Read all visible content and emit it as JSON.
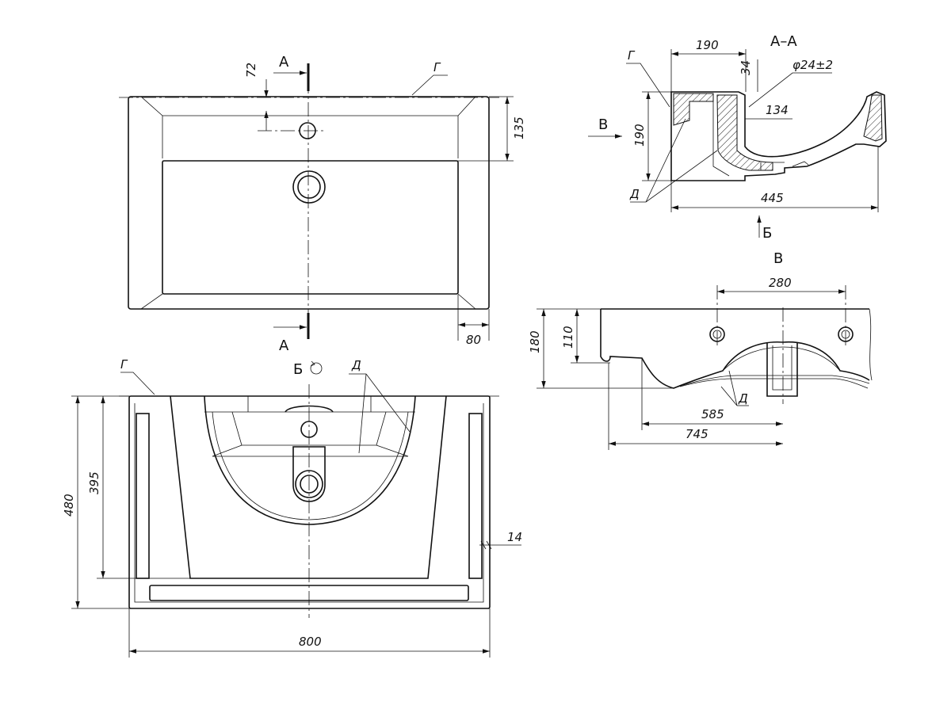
{
  "sections": {
    "a_left_top": "А",
    "a_left_bottom": "А",
    "aa_title": "А–А",
    "view_b": "Б",
    "view_v": "В",
    "view_v_title": "В"
  },
  "leaders": {
    "g_top": "Г",
    "g_bottom": "Г",
    "g_section": "Г",
    "d_bottom": "Д",
    "d_section": "Д",
    "d_side": "Д"
  },
  "dimensions": {
    "top_view": {
      "d72": "72",
      "d135": "135",
      "d80": "80"
    },
    "bottom_view": {
      "d480": "480",
      "d395": "395",
      "d800": "800",
      "d14": "14"
    },
    "section_aa": {
      "d190_w": "190",
      "d190_h": "190",
      "d34": "34",
      "phi": "φ24±2",
      "d134": "134",
      "d445": "445"
    },
    "side_view": {
      "d280": "280",
      "d180": "180",
      "d110": "110",
      "d585": "585",
      "d745": "745"
    }
  },
  "colors": {
    "line": "#111111",
    "background": "#ffffff"
  }
}
